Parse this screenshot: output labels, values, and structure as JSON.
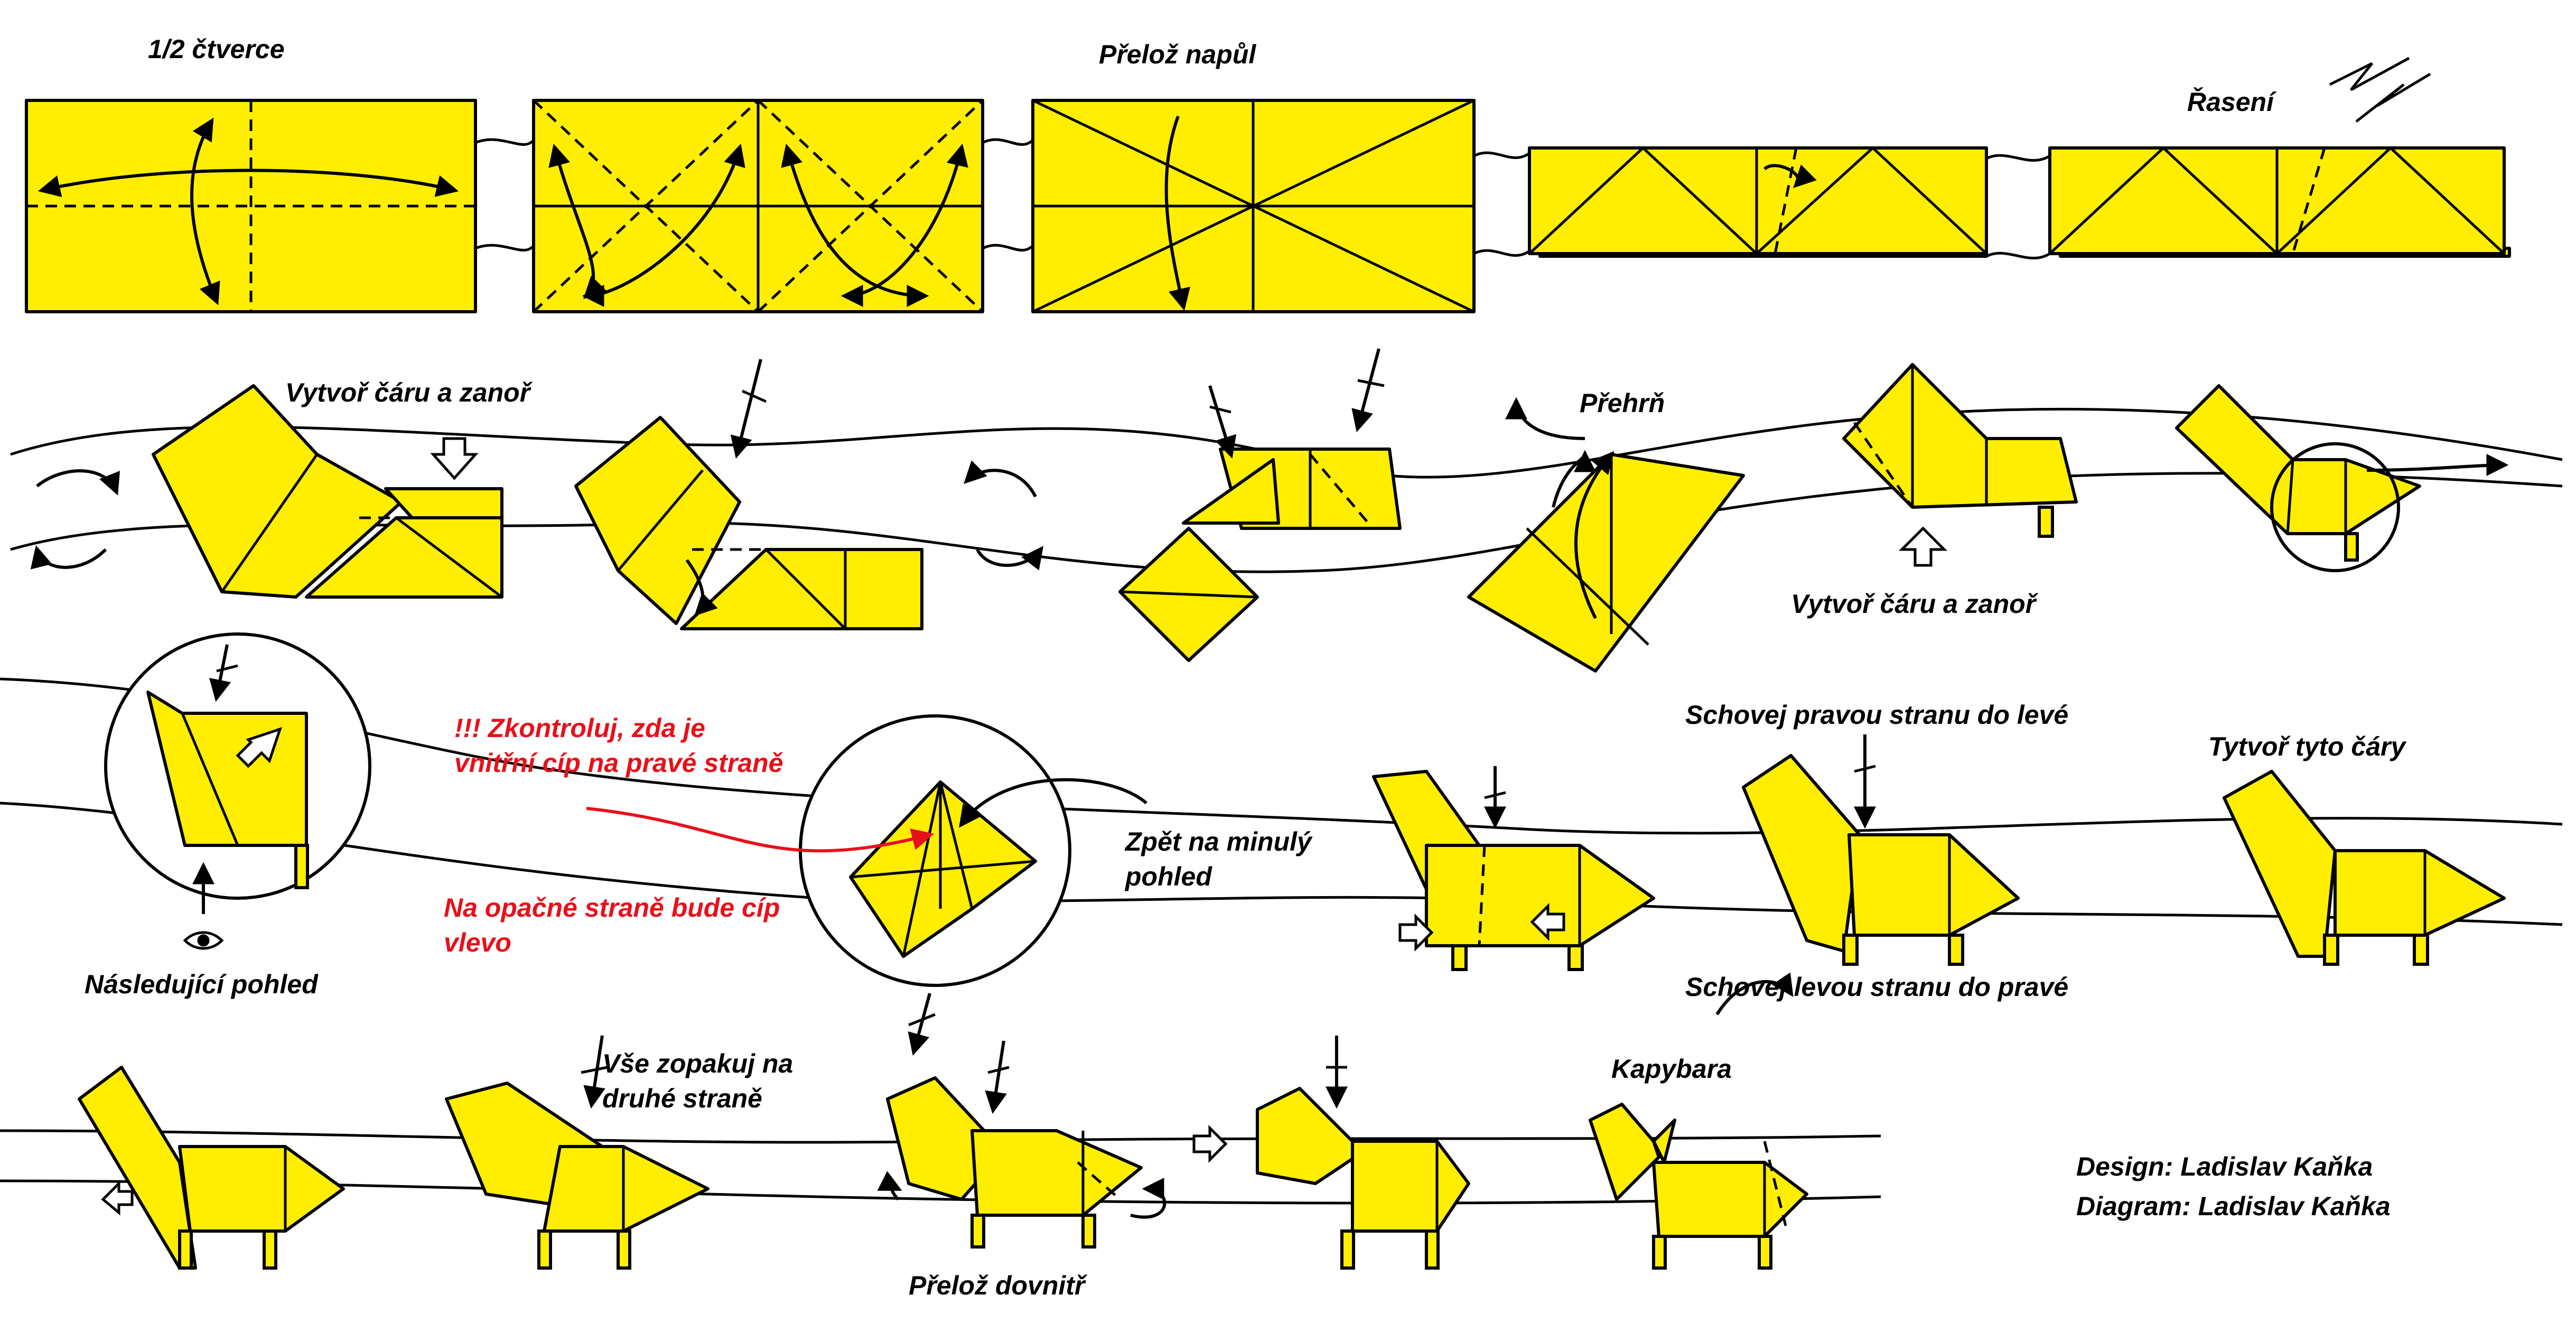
{
  "diagram": {
    "subject": "Kapybara",
    "paper_color": "#ffee00",
    "line_color": "#000000",
    "warning_color": "#e8101a",
    "steps": {
      "s1": "1/2 čtverce",
      "s3": "Přelož napůl",
      "s5": "Řasení",
      "s6": "Vytvoř čáru a zanoř",
      "s11": "Přehrň",
      "s12": "Vytvoř čáru a zanoř",
      "s14": "Následující pohled",
      "warning": "!!! Zkontroluj, zda je vnitřní cíp na pravé straně",
      "other_side": "Na opačné straně bude cíp vlevo",
      "back_view": "Zpět na minulý pohled",
      "hide_right": "Schovej pravou stranu do levé",
      "hide_left": "Schovej levou stranu do pravé",
      "make_lines": "Tytvoř tyto čáry",
      "repeat": "Vše zopakuj na druhé straně",
      "fold_inside": "Přelož dovnitř",
      "final": "Kapybara"
    },
    "credits": {
      "design": "Design: Ladislav Kaňka",
      "diagram": "Diagram: Ladislav Kaňka"
    }
  }
}
